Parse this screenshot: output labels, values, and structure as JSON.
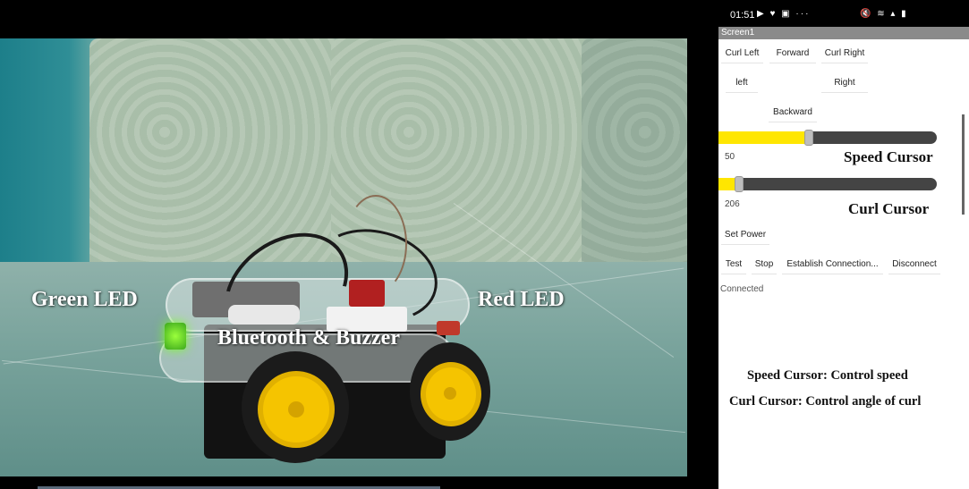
{
  "video": {
    "labels": {
      "green_led": "Green LED",
      "red_led": "Red LED",
      "bluetooth_buzzer": "Bluetooth & Buzzer"
    }
  },
  "phone": {
    "status_bar": {
      "time": "01:51",
      "left_icons": "▶ ♥ ▣ ···",
      "right_icons": "🔇 ≋ ▴ ▮"
    },
    "screen_title": "Screen1",
    "buttons": {
      "curl_left": "Curl Left",
      "forward": "Forward",
      "curl_right": "Curl Right",
      "left": "left",
      "right": "Right",
      "backward": "Backward",
      "set_power": "Set Power",
      "test": "Test",
      "stop": "Stop",
      "establish_connection": "Establish Connection...",
      "disconnect": "Disconnect"
    },
    "speed_slider": {
      "value": "50",
      "fill_fraction": 0.4,
      "label": "Speed Cursor"
    },
    "curl_slider": {
      "value": "206",
      "fill_fraction": 0.08,
      "label": "Curl Cursor"
    },
    "connection_status": "Connected",
    "notes": {
      "speed": "Speed Cursor: Control speed",
      "curl": "Curl Cursor: Control angle of curl"
    },
    "colors": {
      "slider_fill": "#ffe600",
      "slider_track": "#444444"
    }
  }
}
